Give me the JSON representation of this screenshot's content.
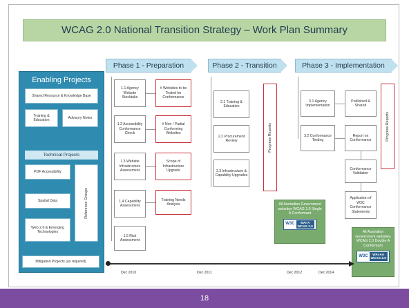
{
  "title": "WCAG 2.0 National Transition Strategy – Work Plan Summary",
  "phases": [
    {
      "label": "Phase 1 - Preparation"
    },
    {
      "label": "Phase 2 - Transition"
    },
    {
      "label": "Phase 3 - Implementation"
    }
  ],
  "enabling": {
    "title": "Enabling Projects",
    "shared_resource": "Shared Resource & Knowledge Base",
    "training": "Training & Education",
    "advisory": "Advisory Notes",
    "technical_title": "Technical Projects",
    "pdf": "PDF Accessibility",
    "spatial": "Spatial Data",
    "web20": "Web 2.0 & Emerging Technologies",
    "reference_groups": "Reference Groups",
    "mitigation": "Mitigation Projects (as required)"
  },
  "phase1": {
    "items": [
      "1.1 Agency Website Stocktake",
      "1.2 Accessibility Conformance Check",
      "1.3 Website Infrastructure Assessment",
      "1.4 Capability Assessment",
      "1.5 Risk Assessment"
    ],
    "outputs": [
      "# Websites to be Tested for Conformance",
      "# Non / Partial Conforming Websites",
      "Scope of Infrastructure Upgrade",
      "Training Needs Analysis"
    ]
  },
  "phase2": {
    "items": [
      "2.1 Training & Education",
      "2.2 Procurement Review",
      "2.3 Infrastructure & Capability Upgrades"
    ],
    "progress": "Progress Reports"
  },
  "phase3": {
    "items": [
      "3.1 Agency Implementation",
      "3.2 Conformance Testing"
    ],
    "outputs": [
      "Published & Shared",
      "Report on Conformance",
      "Conformance Validation",
      "Application of W3C Conformance Statements"
    ],
    "progress": "Progress Reports"
  },
  "milestones": {
    "single_a": "All Australian Government websites WCAG 2.0 Single A Conformant",
    "double_a": "All Australian Government websites WCAG 2.0 Double A Conformant",
    "badge_w3c": "W3C",
    "badge_a_line1": "WAI-A",
    "badge_a_line2": "WCAG 2.0",
    "badge_aa_line1": "WAI-AA",
    "badge_aa_line2": "WCAG 2.0"
  },
  "timeline": [
    "Dec 2010",
    "Dec 2011",
    "Dec 2012",
    "Dec 2014"
  ],
  "page_number": "18",
  "colors": {
    "title_bg": "#b8d6a4",
    "phase_bg": "#bfe0ee",
    "enabling_bg": "#2f8bb0",
    "milestone_bg": "#7aab6e",
    "output_border": "#c8323c",
    "footer_bg": "#7b4ca0"
  }
}
